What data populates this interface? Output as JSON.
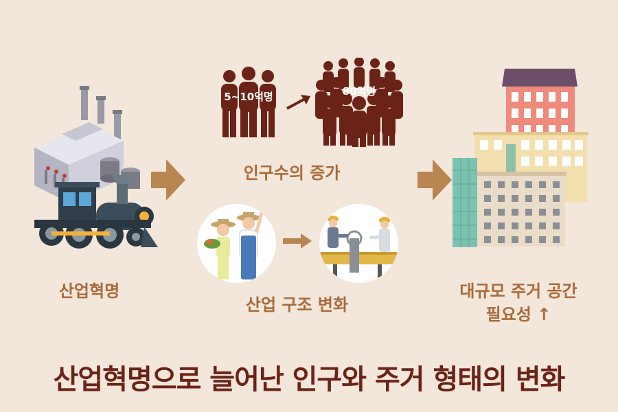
{
  "title": "산업혁명으로 늘어난 인구와 주거 형태의 변화",
  "labels": {
    "industrial_revolution": "산업혁명",
    "population_increase": "인구수의 증가",
    "industrial_structure_change": "산업 구조 변화",
    "housing_need_line1": "대규모 주거 공간",
    "housing_need_line2": "필요성 ↑"
  },
  "population": {
    "before": "5~10억명",
    "after": "80억명"
  },
  "colors": {
    "background": "#f3e6da",
    "title": "#6b2318",
    "label": "#a86a3a",
    "arrow": "#b98550",
    "people": "#6b2318"
  }
}
